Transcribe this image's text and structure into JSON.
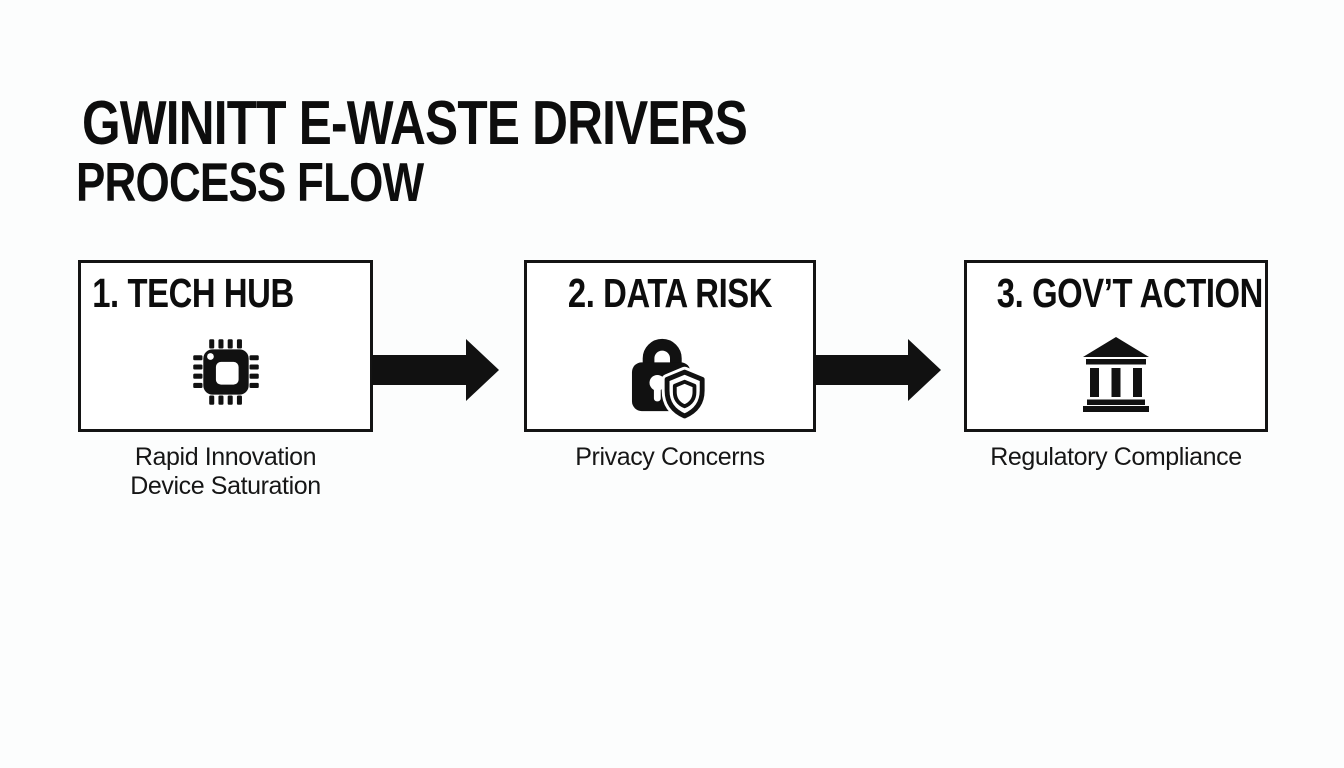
{
  "colors": {
    "ink": "#111111",
    "box_border": "#141414",
    "background": "#fcfdfd"
  },
  "title": {
    "line1": "GWINITT E-WASTE DRIVERS",
    "line2": "PROCESS FLOW"
  },
  "steps": [
    {
      "heading": "1. TECH HUB",
      "icon": "microchip-icon",
      "caption": [
        "Rapid Innovation",
        "Device Saturation"
      ]
    },
    {
      "heading": "2. DATA RISK",
      "icon": "lock-shield-icon",
      "caption": [
        "Privacy Concerns"
      ]
    },
    {
      "heading": "3. GOV’T ACTION",
      "icon": "government-building-icon",
      "caption": [
        "Regulatory Compliance"
      ]
    }
  ],
  "connector": "arrow-right"
}
